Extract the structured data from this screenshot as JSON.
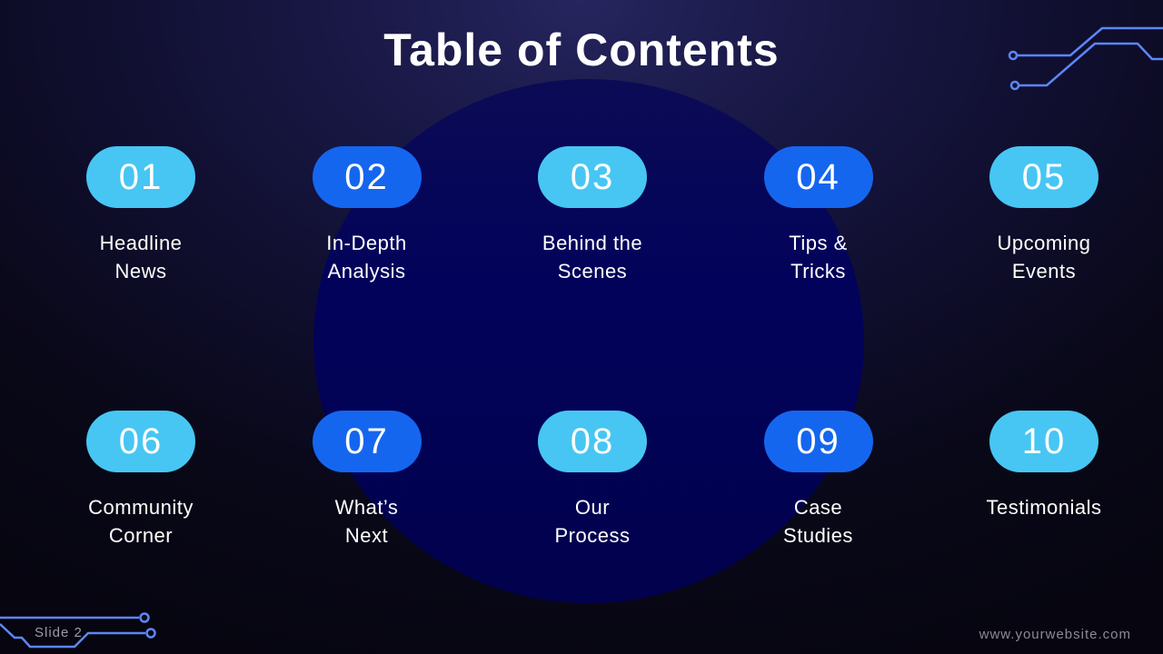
{
  "slide": {
    "title": "Table of Contents"
  },
  "items": [
    {
      "number": "01",
      "label": "Headline\nNews",
      "color": "#47C6F3"
    },
    {
      "number": "02",
      "label": "In-Depth\nAnalysis",
      "color": "#1566EF"
    },
    {
      "number": "03",
      "label": "Behind the\nScenes",
      "color": "#47C6F3"
    },
    {
      "number": "04",
      "label": "Tips &\nTricks",
      "color": "#1566EF"
    },
    {
      "number": "05",
      "label": "Upcoming\nEvents",
      "color": "#47C6F3"
    },
    {
      "number": "06",
      "label": "Community\nCorner",
      "color": "#47C6F3"
    },
    {
      "number": "07",
      "label": "What’s\nNext",
      "color": "#1566EF"
    },
    {
      "number": "08",
      "label": "Our\nProcess",
      "color": "#47C6F3"
    },
    {
      "number": "09",
      "label": "Case\nStudies",
      "color": "#1566EF"
    },
    {
      "number": "10",
      "label": "Testimonials",
      "color": "#47C6F3"
    }
  ],
  "footer": {
    "slide_label": "Slide 2",
    "website": "www.yourwebsite.com"
  },
  "colors": {
    "pill_cyan": "#47C6F3",
    "pill_blue": "#1566EF",
    "circuit": "#5B87F8",
    "center_circle": "#02025B"
  }
}
